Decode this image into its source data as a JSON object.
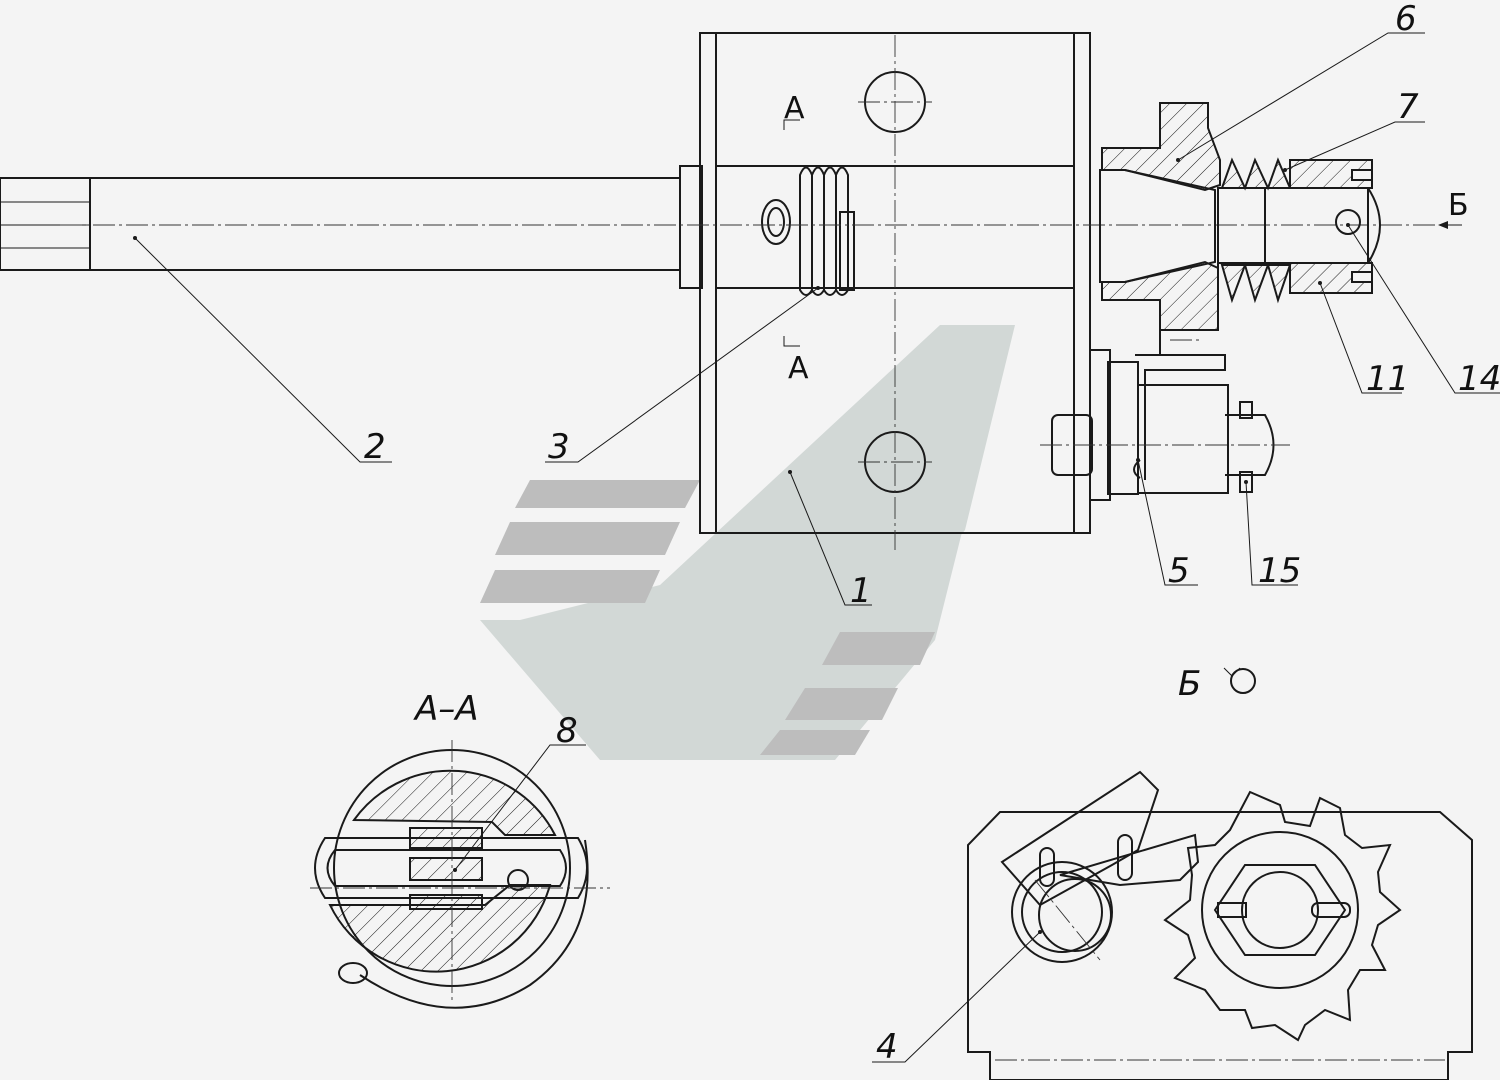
{
  "labels": {
    "l1": "1",
    "l2": "2",
    "l3": "3",
    "l4": "4",
    "l5": "5",
    "l6": "6",
    "l7": "7",
    "l8": "8",
    "l11": "11",
    "l14": "14",
    "l15": "15"
  },
  "section": {
    "cut_top": "А",
    "cut_bottom": "А",
    "view_b": "Б",
    "section_aa": "А–А",
    "view_b_title": "Б"
  },
  "colors": {
    "line": "#1a1a1a",
    "background": "#f4f4f4",
    "watermark_dark": "#bdbdbd",
    "watermark_light": "#d2d8d6"
  },
  "icons": {
    "view_rotation": "rotation-arrow-icon",
    "watermark": "company-logo-watermark"
  }
}
